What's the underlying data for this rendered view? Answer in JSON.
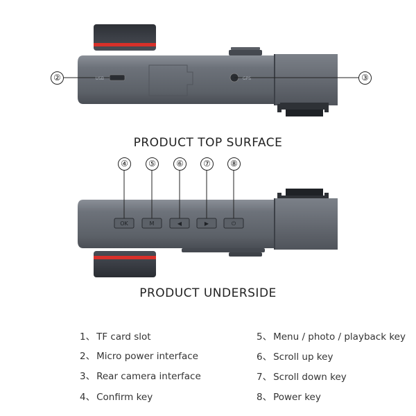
{
  "top_view": {
    "heading": "PRODUCT TOP SURFACE",
    "callouts": [
      "②",
      "③"
    ],
    "port_labels": [
      "USB",
      "GPS"
    ]
  },
  "underside_view": {
    "heading": "PRODUCT UNDERSIDE",
    "callouts": [
      "④",
      "⑤",
      "⑥",
      "⑦",
      "⑧"
    ],
    "button_labels": [
      "OK",
      "M",
      "◀",
      "▶",
      "⏻"
    ]
  },
  "features": [
    {
      "num": "1、",
      "label": "TF card slot"
    },
    {
      "num": "2、",
      "label": "Micro power interface"
    },
    {
      "num": "3、",
      "label": "Rear camera interface"
    },
    {
      "num": "4、",
      "label": "Confirm key"
    },
    {
      "num": "5、",
      "label": "Menu / photo / playback key"
    },
    {
      "num": "6、",
      "label": "Scroll up key"
    },
    {
      "num": "7、",
      "label": "Scroll down key"
    },
    {
      "num": "8、",
      "label": "Power key"
    }
  ],
  "colors": {
    "device_body": "#6b7078",
    "device_dark": "#3b3f46",
    "accent_red": "#d8302a"
  }
}
